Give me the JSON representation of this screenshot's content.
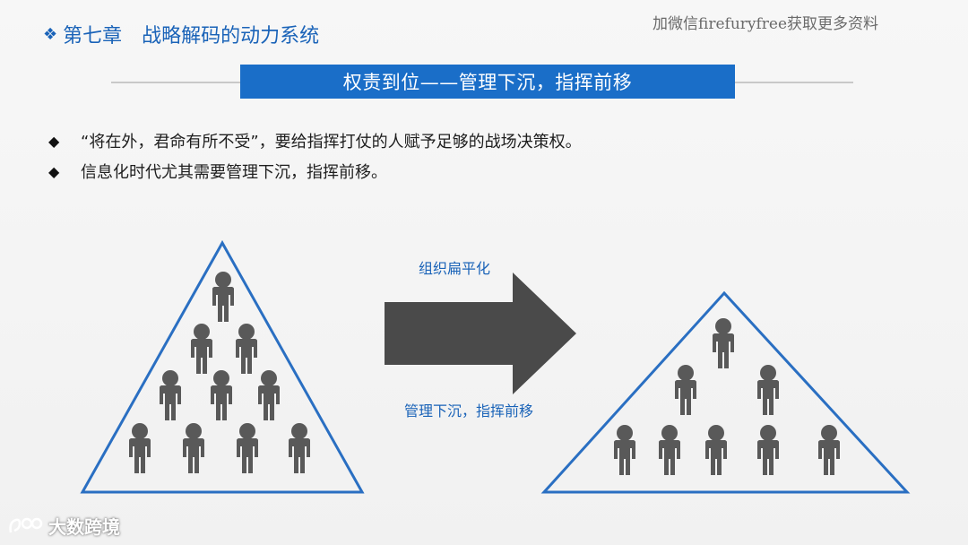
{
  "header": {
    "chapter_title": "第七章　战略解码的动力系统",
    "watermark": "加微信firefuryfree获取更多资料",
    "banner": "权责到位——管理下沉，指挥前移"
  },
  "bullets": [
    "“将在外，君命有所不受”，要给指挥打仗的人赋予足够的战场决策权。",
    "信息化时代尤其需要管理下沉，指挥前移。"
  ],
  "diagram": {
    "arrow_top_label": "组织扁平化",
    "arrow_bottom_label": "管理下沉，指挥前移",
    "left_pyramid_people_per_row": [
      1,
      2,
      3,
      4
    ],
    "right_pyramid_people_per_row": [
      1,
      2,
      5
    ]
  },
  "footer": {
    "brand_name": "大数跨境",
    "logo": "brand-logo-icon"
  },
  "colors": {
    "accent_blue": "#1a6ec8",
    "title_blue": "#1a63b8",
    "arrow_gray": "#4a4a4a",
    "person_gray": "#595959"
  }
}
